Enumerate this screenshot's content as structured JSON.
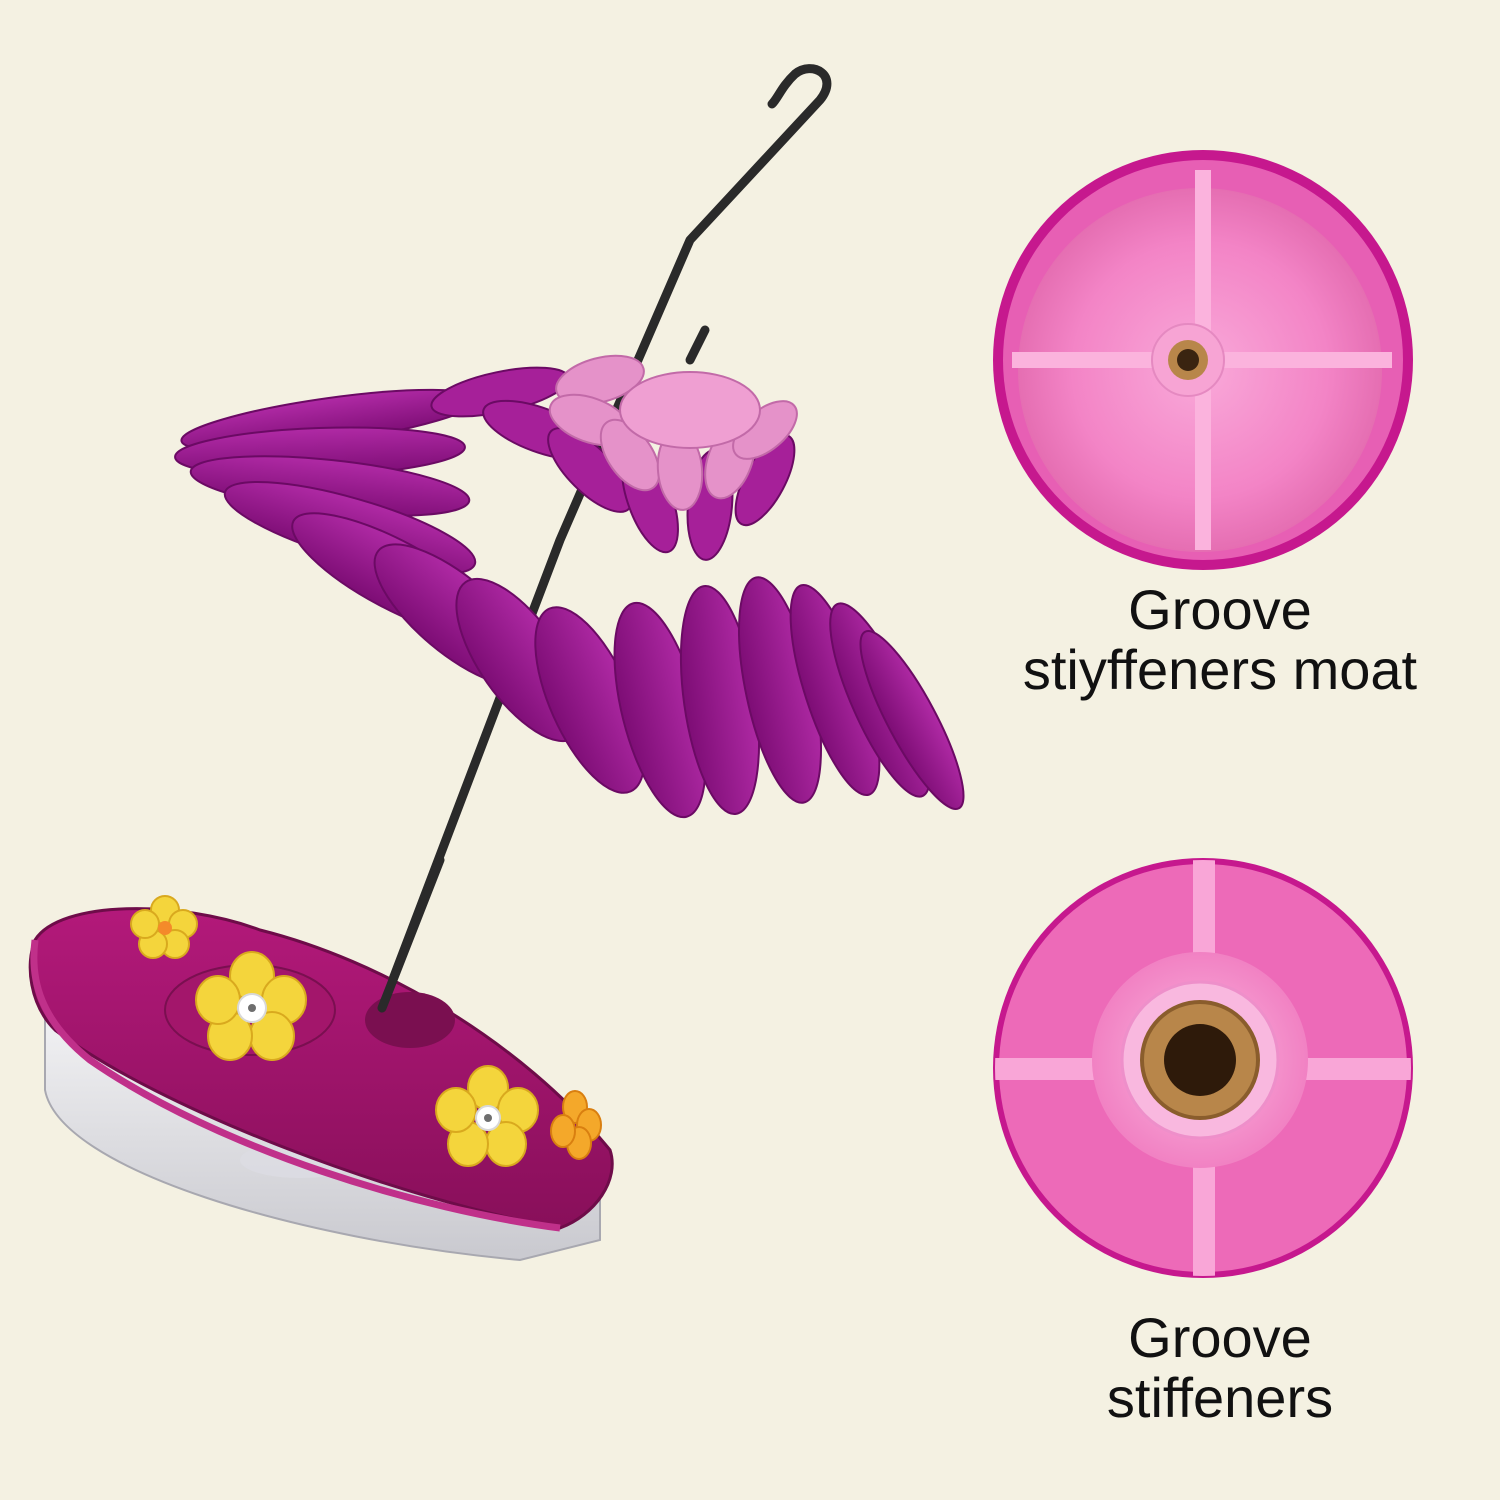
{
  "colors": {
    "background": "#f4f1e2",
    "petal_purple": "#9a1a8c",
    "petal_pink": "#e592c9",
    "feeder_base": "#a3166b",
    "flower_yellow": "#f4d53c",
    "pink_plastic": "#f47fc3",
    "brass": "#b8864a",
    "hook": "#2a2a2a"
  },
  "captions": {
    "top": {
      "line1": "Groove",
      "line2": "stiyffeners moat"
    },
    "bottom": {
      "line1": "Groove",
      "line2": "stiffeners"
    }
  }
}
